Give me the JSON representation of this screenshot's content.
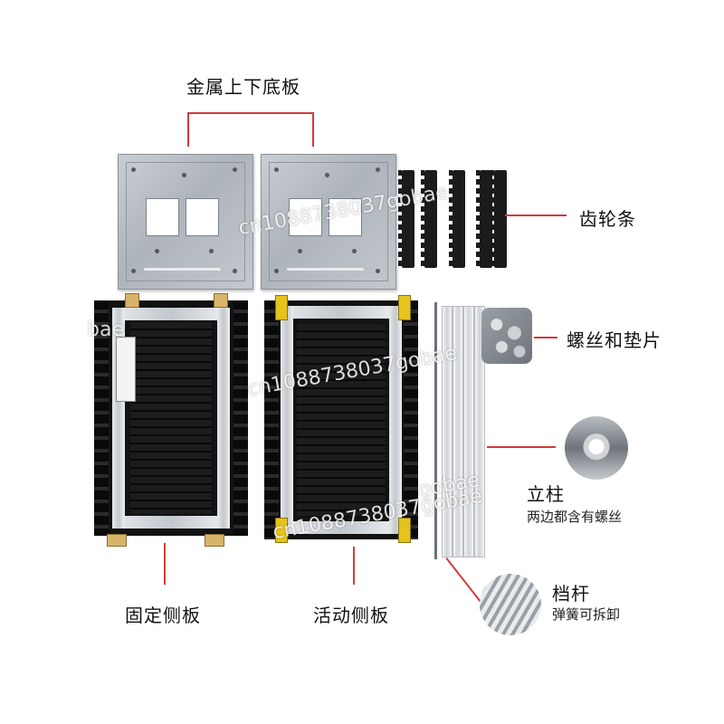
{
  "labels": {
    "metal_plates": "金属上下底板",
    "gear_rack": "齿轮条",
    "screws_washers": "螺丝和垫片",
    "column": "立柱",
    "column_note": "两边都含有螺丝",
    "fixed_side_panel": "固定侧板",
    "movable_side_panel": "活动侧板",
    "stop_bar": "档杆",
    "stop_bar_note": "弹簧可拆卸"
  },
  "watermark": {
    "text_a": "cn1088738037gobae",
    "text_b": "bae",
    "text_c": "cn1088738037gobae",
    "text_d": "gobae",
    "text_e": "cn1088738037gobae"
  },
  "colors": {
    "callout_line": "#d23b3b",
    "plate_metal": "#b7bcc2",
    "rubber_black": "#121212",
    "bracket_yellow": "#e5c31c"
  }
}
